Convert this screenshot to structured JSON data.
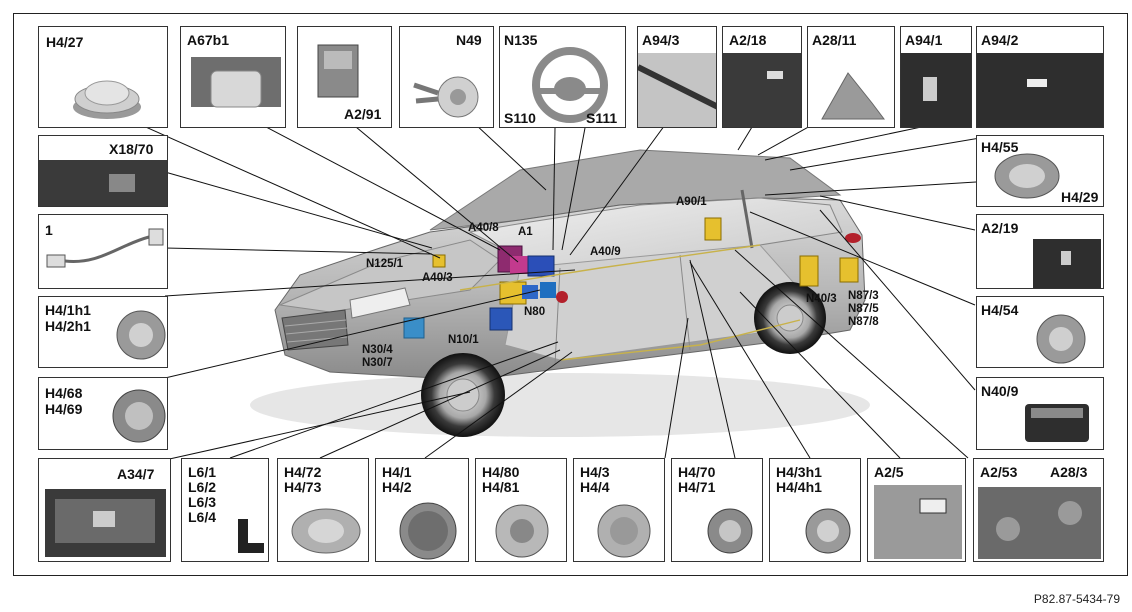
{
  "reference": "P82.87-5434-79",
  "boxes": {
    "h4_27": "H4/27",
    "a67b1": "A67b1",
    "a2_91": "A2/91",
    "n49": "N49",
    "n135": "N135",
    "s110": "S110",
    "s111": "S111",
    "a94_3": "A94/3",
    "a2_18": "A2/18",
    "a28_11": "A28/11",
    "a94_1": "A94/1",
    "a94_2": "A94/2",
    "x18_70": "X18/70",
    "one": "1",
    "h4_1h1": "H4/1h1",
    "h4_2h1": "H4/2h1",
    "h4_68": "H4/68",
    "h4_69": "H4/69",
    "a34_7": "A34/7",
    "l6": "L6/1\nL6/2\nL6/3\nL6/4",
    "h4_72_73": "H4/72\nH4/73",
    "h4_1_2": "H4/1\nH4/2",
    "h4_80_81": "H4/80\nH4/81",
    "h4_3_4": "H4/3\nH4/4",
    "h4_70_71": "H4/70\nH4/71",
    "h4_3h1_4h1": "H4/3h1\nH4/4h1",
    "a2_5": "A2/5",
    "a2_53": "A2/53",
    "a28_3": "A28/3",
    "h4_55": "H4/55",
    "h4_29": "H4/29",
    "a2_19": "A2/19",
    "h4_54": "H4/54",
    "n40_9": "N40/9"
  },
  "car_labels": {
    "n125_1": "N125/1",
    "a40_8": "A40/8",
    "a1": "A1",
    "a40_9": "A40/9",
    "a40_3": "A40/3",
    "n80": "N80",
    "n10_1": "N10/1",
    "n30": "N30/4\nN30/7",
    "a90_1": "A90/1",
    "n40_3": "N40/3",
    "n87": "N87/3\nN87/5\nN87/8"
  }
}
